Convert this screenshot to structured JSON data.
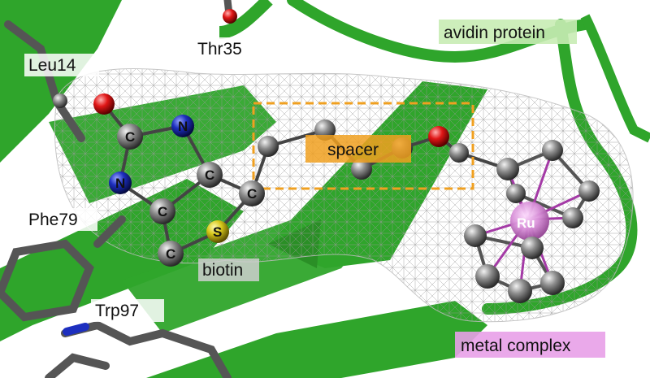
{
  "labels": {
    "avidin_protein": "avidin protein",
    "thr35": "Thr35",
    "leu14": "Leu14",
    "phe79": "Phe79",
    "trp97": "Trp97",
    "biotin": "biotin",
    "spacer": "spacer",
    "metal_complex": "metal complex"
  },
  "atoms": {
    "carbon": "C",
    "nitrogen": "N",
    "sulfur": "S",
    "ruthenium": "Ru"
  },
  "colors": {
    "protein_green": "#2fa52b",
    "carbon_gray": "#6e6e6e",
    "oxygen_red": "#d81818",
    "nitrogen_blue": "#1d2fbf",
    "sulfur_yellow": "#d8c81a",
    "ruthenium_magenta": "#a43aa6",
    "spacer_orange": "#f0a020",
    "avidin_highlight": "#c8ecb4",
    "metal_highlight": "#e8a0e8"
  }
}
